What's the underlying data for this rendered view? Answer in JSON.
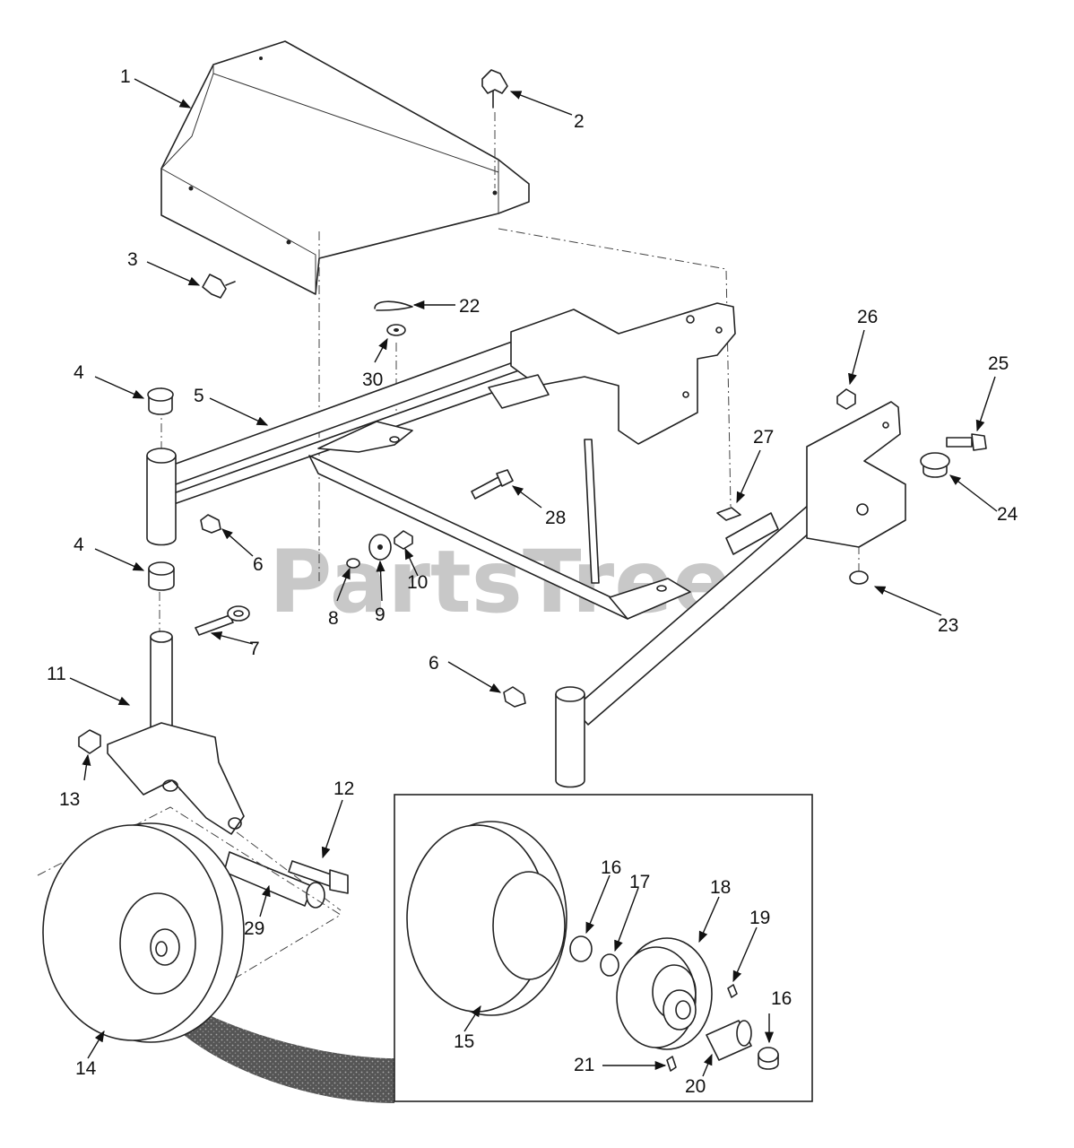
{
  "watermark": {
    "text": "PartsTree",
    "trademark": "™"
  },
  "callouts": [
    {
      "id": "c1",
      "label": "1"
    },
    {
      "id": "c2",
      "label": "2"
    },
    {
      "id": "c3",
      "label": "3"
    },
    {
      "id": "c4a",
      "label": "4"
    },
    {
      "id": "c4b",
      "label": "4"
    },
    {
      "id": "c5",
      "label": "5"
    },
    {
      "id": "c6a",
      "label": "6"
    },
    {
      "id": "c6b",
      "label": "6"
    },
    {
      "id": "c7",
      "label": "7"
    },
    {
      "id": "c8",
      "label": "8"
    },
    {
      "id": "c9",
      "label": "9"
    },
    {
      "id": "c10",
      "label": "10"
    },
    {
      "id": "c11",
      "label": "11"
    },
    {
      "id": "c12",
      "label": "12"
    },
    {
      "id": "c13",
      "label": "13"
    },
    {
      "id": "c14",
      "label": "14"
    },
    {
      "id": "c15",
      "label": "15"
    },
    {
      "id": "c16a",
      "label": "16"
    },
    {
      "id": "c16b",
      "label": "16"
    },
    {
      "id": "c17",
      "label": "17"
    },
    {
      "id": "c18",
      "label": "18"
    },
    {
      "id": "c19",
      "label": "19"
    },
    {
      "id": "c20",
      "label": "20"
    },
    {
      "id": "c21",
      "label": "21"
    },
    {
      "id": "c22",
      "label": "22"
    },
    {
      "id": "c23",
      "label": "23"
    },
    {
      "id": "c24",
      "label": "24"
    },
    {
      "id": "c25",
      "label": "25"
    },
    {
      "id": "c26",
      "label": "26"
    },
    {
      "id": "c27",
      "label": "27"
    },
    {
      "id": "c28",
      "label": "28"
    },
    {
      "id": "c29",
      "label": "29"
    },
    {
      "id": "c30",
      "label": "30"
    }
  ]
}
